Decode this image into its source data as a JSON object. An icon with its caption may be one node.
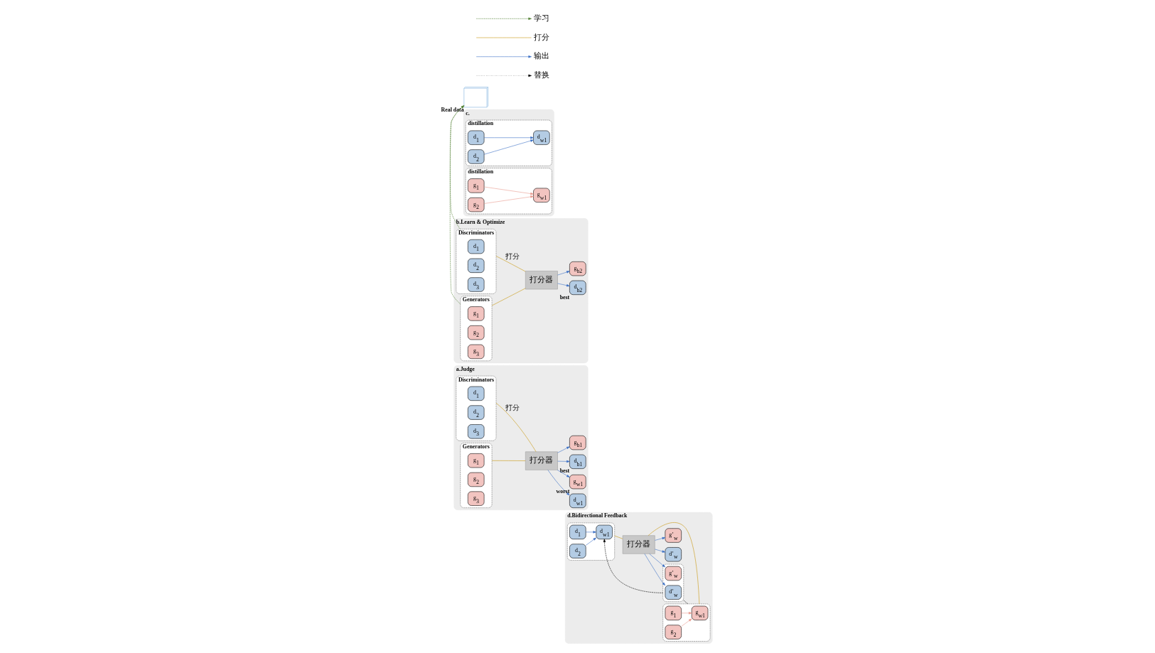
{
  "diagram": {
    "nodes": [
      {
        "text": [
          "a.Judge"
        ]
      },
      {
        "text": [
          "Discriminators"
        ],
        "in": 0
      },
      {
        "text": [
          "d$_{1}$"
        ],
        "in": 1
      },
      {
        "text": [
          "d$_{2}$"
        ],
        "in": 1
      },
      {
        "text": [
          "d$_{3}$"
        ],
        "in": 1
      },
      {
        "text": [
          "Generators"
        ],
        "in": 0
      },
      {
        "text": [
          "g$_{1}$"
        ],
        "in": 5
      },
      {
        "text": [
          "g$_{2}$"
        ],
        "in": 5
      },
      {
        "text": [
          "g$_{3}$"
        ],
        "in": 5
      },
      {
        "text": [
          "打分器"
        ],
        "in": 0
      },
      {
        "text": [
          "d$_{b1}$"
        ],
        "in": 0,
        "beside": [
          "best"
        ]
      },
      {
        "text": [
          "g$_{b1}$"
        ],
        "in": 0
      },
      {
        "text": [
          "d$_{w1}$"
        ],
        "in": 0
      },
      {
        "text": [
          "g$_{w1}$"
        ],
        "in": 0,
        "beside": [
          "worst"
        ]
      },
      {
        "text": [
          "d.Bidirectional Feedback"
        ]
      },
      {
        "text": [],
        "shape": "box",
        "in": 14
      },
      {
        "text": [
          "d$_{w1}$"
        ],
        "in": 15
      },
      {
        "text": [
          "d$_{1}$"
        ],
        "in": 15
      },
      {
        "text": [
          "d$_{2}$"
        ],
        "in": 15
      },
      {
        "text": [],
        "shape": "box",
        "in": 14
      },
      {
        "text": [
          "g$_{w1}$"
        ],
        "in": 19
      },
      {
        "text": [
          "g$_{1}$"
        ],
        "in": 19
      },
      {
        "text": [
          "g$_{2}$"
        ],
        "in": 19
      },
      {
        "text": [
          "打分器"
        ],
        "in": 14
      },
      {
        "text": [],
        "shape": "box",
        "in": 14
      },
      {
        "text": [
          "d’$_{w}$"
        ],
        "in": 24
      },
      {
        "text": [
          "g’$_{w}$"
        ],
        "in": 24
      },
      {
        "text": [
          "d’$_{w}$"
        ],
        "in": 14
      },
      {
        "text": [
          "g’$_{w}$"
        ],
        "in": 14
      },
      {
        "text": [
          "b.Learn & Optimize"
        ]
      },
      {
        "text": [
          "Discriminators"
        ],
        "in": 29
      },
      {
        "text": [
          "d$_{1}$"
        ],
        "in": 30
      },
      {
        "text": [
          "d$_{2}$"
        ],
        "in": 30
      },
      {
        "text": [
          "d$_{3}$"
        ],
        "in": 30
      },
      {
        "text": [
          "Generators"
        ],
        "in": 29
      },
      {
        "text": [
          "g$_{1}$"
        ],
        "in": 34
      },
      {
        "text": [
          "g$_{2}$"
        ],
        "in": 34
      },
      {
        "text": [
          "g$_{3}$"
        ],
        "in": 34
      },
      {
        "text": [
          "打分器"
        ],
        "in": 29
      },
      {
        "text": [
          "d$_{b2}$"
        ],
        "in": 29,
        "beside": [
          "best"
        ]
      },
      {
        "text": [
          "g$_{b2}$"
        ],
        "in": 29
      },
      {
        "text": [],
        "shape": "picture",
        "beside": [
          "Real data"
        ]
      },
      {
        "text": [
          "c."
        ]
      },
      {
        "text": [
          "distillation"
        ],
        "in": 42
      },
      {
        "text": [
          "d$_{w1}$"
        ],
        "in": 43
      },
      {
        "text": [
          "d$_{1}$"
        ],
        "in": 43
      },
      {
        "text": [
          "d$_{2}$"
        ],
        "in": 43
      },
      {
        "text": [
          "distillation"
        ],
        "in": 42
      },
      {
        "text": [
          "g$_{w1}$"
        ],
        "in": 47
      },
      {
        "text": [
          "g$_{1}$"
        ],
        "in": 47
      },
      {
        "text": [
          "g$_{2}$"
        ],
        "in": 47
      }
    ],
    "edges": [
      {
        "from": 1,
        "to": 9,
        "arrow": "none",
        "label": "打分",
        "color": "#c8960c"
      },
      {
        "from": 5,
        "to": 9,
        "arrow": "none",
        "color": "#c8960c"
      },
      {
        "from": 9,
        "to": 10,
        "arrow": "to"
      },
      {
        "from": 9,
        "to": 11,
        "arrow": "to"
      },
      {
        "from": 9,
        "to": 12,
        "arrow": "to"
      },
      {
        "from": 9,
        "to": 13,
        "arrow": "to"
      },
      {
        "from": 17,
        "to": 16,
        "arrow": "to"
      },
      {
        "from": 18,
        "to": 16,
        "arrow": "to"
      },
      {
        "from": 21,
        "to": 20,
        "arrow": "to",
        "color": "#e8998d"
      },
      {
        "from": 22,
        "to": 20,
        "arrow": "to",
        "color": "#e8998d"
      },
      {
        "from": 15,
        "to": 23,
        "arrow": "none",
        "color": "#c8960c"
      },
      {
        "from": 19,
        "to": 23,
        "arrow": "none",
        "color": "#c8960c"
      },
      {
        "from": 23,
        "to": 25,
        "arrow": "to"
      },
      {
        "from": 23,
        "to": 26,
        "arrow": "to"
      },
      {
        "from": 23,
        "to": 27,
        "arrow": "to"
      },
      {
        "from": 23,
        "to": 28,
        "arrow": "to"
      },
      {
        "from": 24,
        "to": 16,
        "arrow": "to",
        "style": "dashed",
        "color": "#000000"
      },
      {
        "from": 24,
        "to": 19,
        "arrow": "none",
        "style": "dashed",
        "color": "#000000"
      },
      {
        "from": 30,
        "to": 41,
        "arrow": "to",
        "style": "dashed",
        "color": "#548235"
      },
      {
        "from": 34,
        "to": 41,
        "arrow": "to",
        "style": "dashed",
        "color": "#548235"
      },
      {
        "from": 30,
        "to": 38,
        "arrow": "none",
        "label": "打分",
        "color": "#c8960c"
      },
      {
        "from": 34,
        "to": 38,
        "arrow": "none",
        "color": "#c8960c"
      },
      {
        "from": 38,
        "to": 39,
        "arrow": "to"
      },
      {
        "from": 38,
        "to": 40,
        "arrow": "to"
      },
      {
        "from": 45,
        "to": 44,
        "arrow": "to"
      },
      {
        "from": 46,
        "to": 44,
        "arrow": "to"
      },
      {
        "from": 49,
        "to": 48,
        "arrow": "to",
        "color": "#e8998d"
      },
      {
        "from": 50,
        "to": 48,
        "arrow": "to",
        "color": "#e8998d"
      }
    ],
    "legend": [
      {
        "text": "学习"
      },
      {
        "text": "打分"
      },
      {
        "text": "输出"
      },
      {
        "text": "替换"
      }
    ]
  }
}
